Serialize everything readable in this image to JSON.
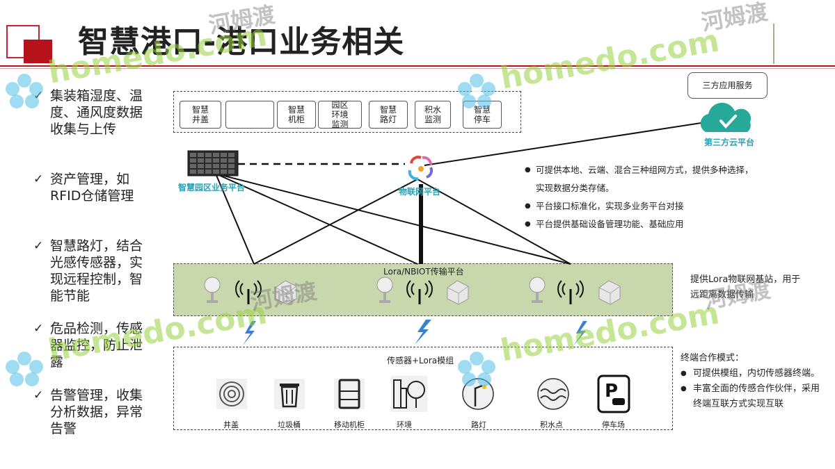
{
  "header": {
    "title": "智慧港口-港口业务相关"
  },
  "left_list": [
    "集装箱湿度、温度、通风度数据收集与上传",
    "资产管理，如RFID仓储管理",
    "智慧路灯，结合光感传感器，实现远程控制，智能节能",
    "危品检测，传感器监控，防止泄露",
    "告警管理，收集分析数据，异常告警"
  ],
  "apps": [
    "智慧\n井盖",
    "",
    "智慧\n机柜",
    "园区\n环境\n监测",
    "智慧\n路灯",
    "积水\n监测",
    "智慧\n停车"
  ],
  "third_party": {
    "service": "三方应用服务",
    "cloud": "第三方云平台"
  },
  "platforms": {
    "park": "智慧园区业务平台",
    "iot": "物联网平台"
  },
  "platform_bullets": [
    "可提供本地、云端、混合三种组网方式，提供多种选择，",
    "实现数据分类存储。",
    "平台接口标准化，实现多业务平台对接",
    "平台提供基础设备管理功能、基础应用"
  ],
  "lora_band": {
    "label": "Lora/NBIOT传输平台"
  },
  "lora_note": [
    "提供Lora物联网基站，用于",
    "远距离数据传输"
  ],
  "sensor_box": {
    "label": "传感器+Lora模组",
    "items": [
      {
        "icon": "manhole-icon",
        "label": "井盖"
      },
      {
        "icon": "trash-bin-icon",
        "label": "垃圾桶"
      },
      {
        "icon": "cabinet-icon",
        "label": "移动机柜"
      },
      {
        "icon": "environment-icon",
        "label": "环境"
      },
      {
        "icon": "street-lamp-icon",
        "label": "路灯"
      },
      {
        "icon": "water-point-icon",
        "label": "积水点"
      },
      {
        "icon": "parking-icon",
        "label": "停车场"
      }
    ]
  },
  "terminal_note": {
    "title": "终端合作模式：",
    "bullets": [
      "可提供模组，内切传感器终端。",
      "丰富全面的传感合作伙伴，采用",
      "终端互联方式实现互联"
    ]
  },
  "watermark": {
    "latin": "homedo.com",
    "cn": "河姆渡"
  },
  "colors": {
    "accent_red": "#b5121b",
    "teal": "#2aa0b4",
    "band_green": "#c9d7ad"
  }
}
